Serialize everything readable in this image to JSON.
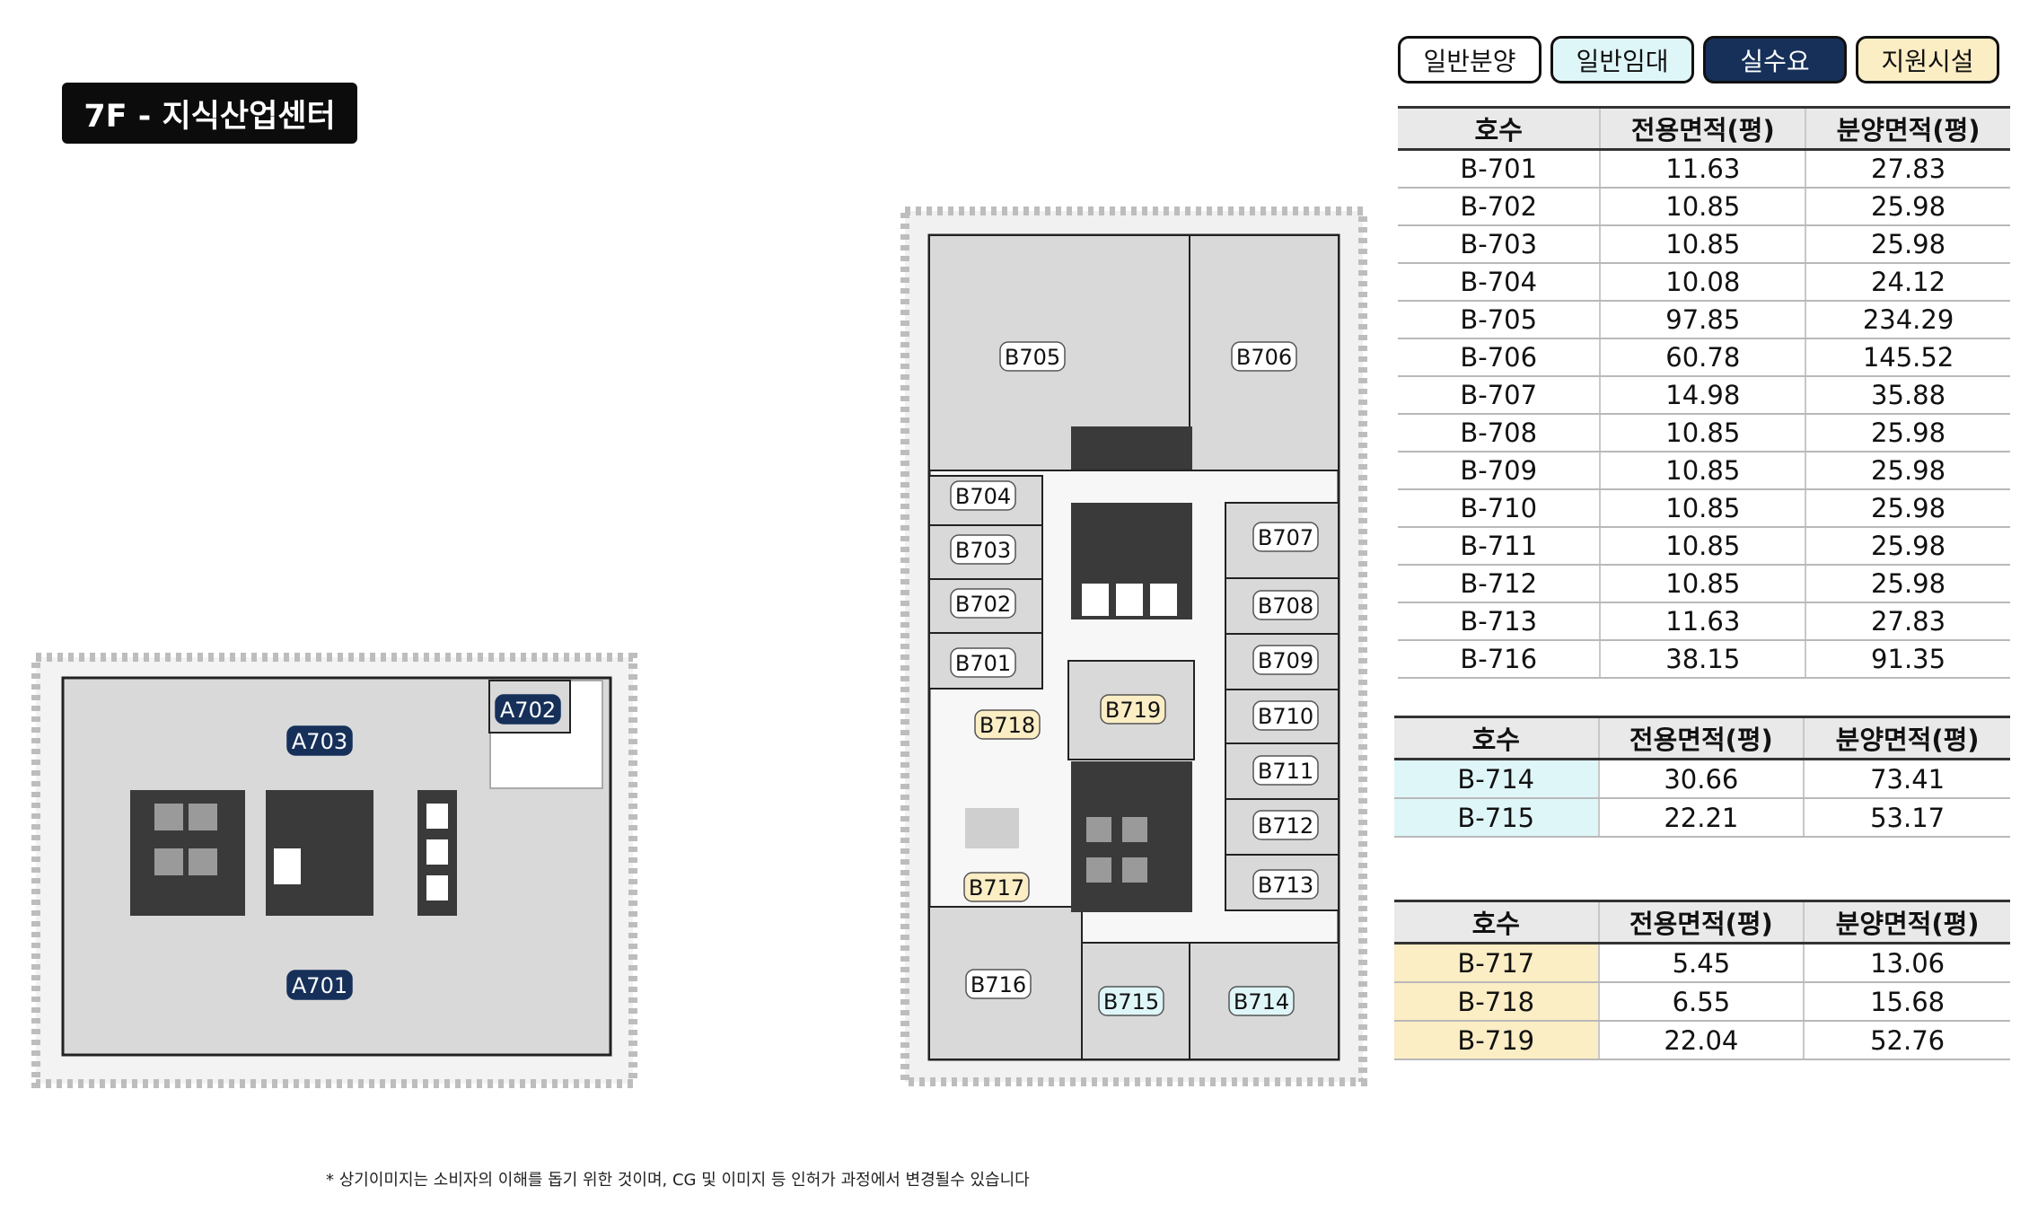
{
  "header": {
    "floor_title": "7F - 지식산업센터"
  },
  "legend": [
    {
      "label": "일반분양",
      "bg": "#ffffff",
      "fg": "#111111"
    },
    {
      "label": "일반임대",
      "bg": "#dff6f9",
      "fg": "#111111"
    },
    {
      "label": "실수요",
      "bg": "#16305a",
      "fg": "#ffffff"
    },
    {
      "label": "지원시설",
      "bg": "#fbedc4",
      "fg": "#111111"
    }
  ],
  "colors": {
    "general_sale": "#ffffff",
    "general_rent": "#dff6f9",
    "actual_demand": "#16305a",
    "support_facility": "#fbedc4",
    "room_fill": "#d9d9d9"
  },
  "table_headers": [
    "호수",
    "전용면적(평)",
    "분양면적(평)"
  ],
  "table_main": [
    [
      "B-701",
      "11.63",
      "27.83"
    ],
    [
      "B-702",
      "10.85",
      "25.98"
    ],
    [
      "B-703",
      "10.85",
      "25.98"
    ],
    [
      "B-704",
      "10.08",
      "24.12"
    ],
    [
      "B-705",
      "97.85",
      "234.29"
    ],
    [
      "B-706",
      "60.78",
      "145.52"
    ],
    [
      "B-707",
      "14.98",
      "35.88"
    ],
    [
      "B-708",
      "10.85",
      "25.98"
    ],
    [
      "B-709",
      "10.85",
      "25.98"
    ],
    [
      "B-710",
      "10.85",
      "25.98"
    ],
    [
      "B-711",
      "10.85",
      "25.98"
    ],
    [
      "B-712",
      "10.85",
      "25.98"
    ],
    [
      "B-713",
      "11.63",
      "27.83"
    ],
    [
      "B-716",
      "38.15",
      "91.35"
    ]
  ],
  "table_rent": [
    [
      "B-714",
      "30.66",
      "73.41"
    ],
    [
      "B-715",
      "22.21",
      "53.17"
    ]
  ],
  "table_support": [
    [
      "B-717",
      "5.45",
      "13.06"
    ],
    [
      "B-718",
      "6.55",
      "15.68"
    ],
    [
      "B-719",
      "22.04",
      "52.76"
    ]
  ],
  "floorplan_a_labels": [
    {
      "text": "A703",
      "type": "actual_demand"
    },
    {
      "text": "A702",
      "type": "actual_demand"
    },
    {
      "text": "A701",
      "type": "actual_demand"
    }
  ],
  "floorplan_b_labels": [
    {
      "text": "B705",
      "type": "general_sale"
    },
    {
      "text": "B706",
      "type": "general_sale"
    },
    {
      "text": "B704",
      "type": "general_sale"
    },
    {
      "text": "B703",
      "type": "general_sale"
    },
    {
      "text": "B702",
      "type": "general_sale"
    },
    {
      "text": "B701",
      "type": "general_sale"
    },
    {
      "text": "B707",
      "type": "general_sale"
    },
    {
      "text": "B708",
      "type": "general_sale"
    },
    {
      "text": "B709",
      "type": "general_sale"
    },
    {
      "text": "B710",
      "type": "general_sale"
    },
    {
      "text": "B711",
      "type": "general_sale"
    },
    {
      "text": "B712",
      "type": "general_sale"
    },
    {
      "text": "B713",
      "type": "general_sale"
    },
    {
      "text": "B718",
      "type": "support_facility"
    },
    {
      "text": "B719",
      "type": "support_facility"
    },
    {
      "text": "B717",
      "type": "support_facility"
    },
    {
      "text": "B716",
      "type": "general_sale"
    },
    {
      "text": "B715",
      "type": "general_rent"
    },
    {
      "text": "B714",
      "type": "general_rent"
    }
  ],
  "disclaimer": "* 상기이미지는 소비자의 이해를 돕기 위한 것이며, CG 및 이미지 등 인허가 과정에서 변경될수 있습니다"
}
